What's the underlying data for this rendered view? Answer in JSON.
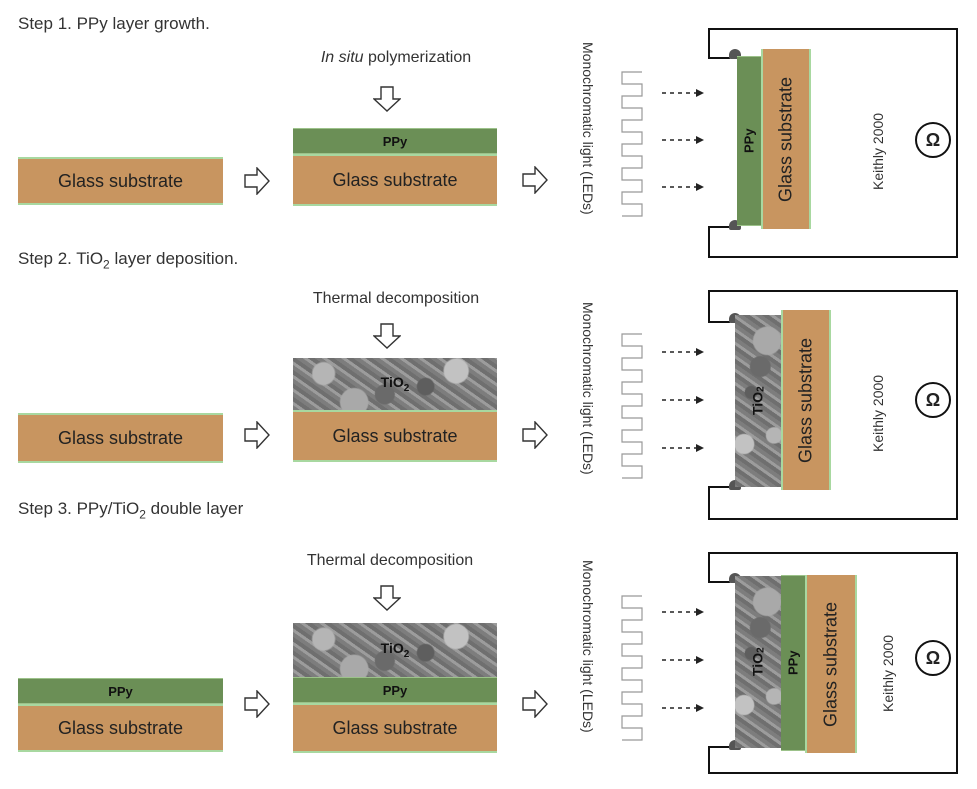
{
  "steps": [
    {
      "title": "Step 1. PPy layer growth.",
      "process_italic": "In situ",
      "process_rest": " polymerization",
      "layer_labels": {
        "glass": "Glass substrate",
        "ppy": "PPy"
      },
      "device_layers": [
        "PPy",
        "Glass substrate"
      ]
    },
    {
      "title_before_sub": "Step 2. TiO",
      "title_sub": "2",
      "title_after_sub": " layer deposition.",
      "process": "Thermal decomposition",
      "layer_labels": {
        "glass": "Glass substrate",
        "tio2": "TiO",
        "tio2_sub": "2"
      },
      "device_layers": [
        "TiO2",
        "Glass substrate"
      ]
    },
    {
      "title_before_sub": "Step 3. PPy/TiO",
      "title_sub": "2",
      "title_after_sub": " double layer",
      "process": "Thermal decomposition",
      "layer_labels": {
        "glass": "Glass substrate",
        "ppy": "PPy",
        "tio2": "TiO",
        "tio2_sub": "2"
      },
      "device_layers": [
        "TiO2",
        "PPy",
        "Glass substrate"
      ]
    }
  ],
  "light_label": "Monochromatic light (LEDs)",
  "meter_label": "Keithly 2000",
  "meter_symbol": "Ω",
  "icons": [
    "outline-arrow-right-icon",
    "outline-arrow-down-icon",
    "square-wave-icon",
    "dashed-arrow-icon",
    "ohmmeter-icon"
  ],
  "colors": {
    "glass": "#c89560",
    "ppy": "#6b8f56",
    "tio2": "#8a8a8a",
    "wire": "#111111"
  }
}
